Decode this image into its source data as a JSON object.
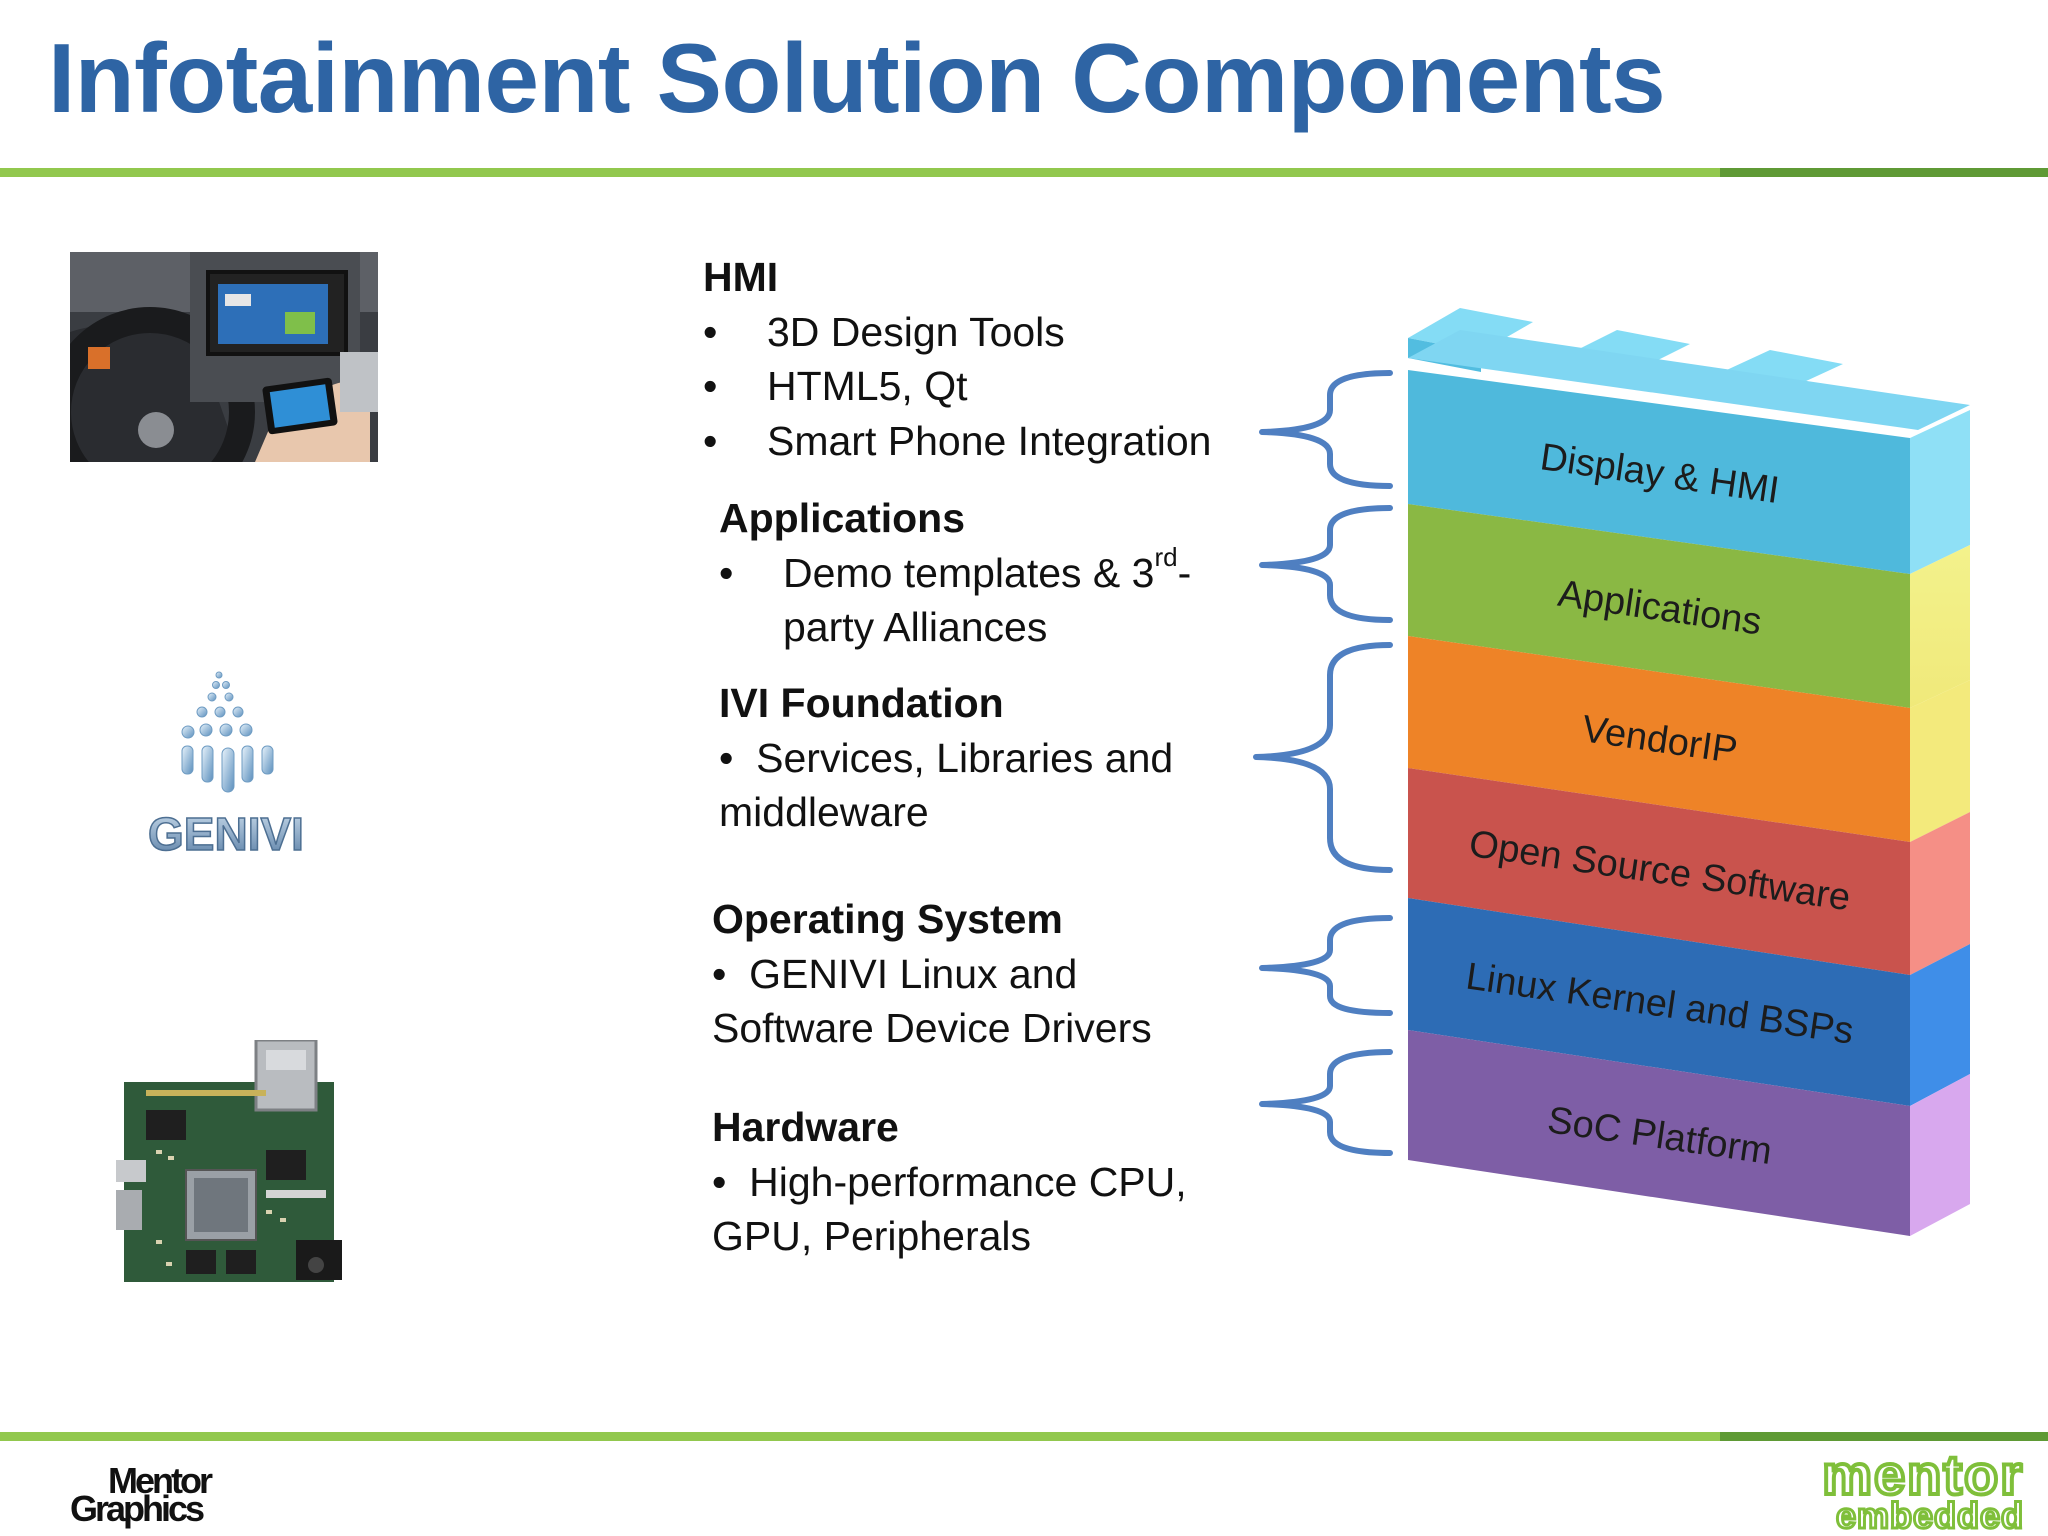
{
  "title": "Infotainment Solution Components",
  "hmi": {
    "heading": "HMI",
    "bullets": [
      "3D Design Tools",
      "HTML5, Qt",
      "Smart Phone Integration"
    ]
  },
  "applications": {
    "heading": "Applications",
    "bullet_line1": "Demo templates & 3",
    "bullet_sup": "rd",
    "bullet_line1_end": "-",
    "bullet_line2": "party Alliances"
  },
  "ivi_foundation": {
    "heading": "IVI Foundation",
    "line1": "Services, Libraries and",
    "line2": "middleware"
  },
  "operating_system": {
    "heading": "Operating System",
    "line1": "GENIVI Linux and",
    "line2": "Software Device Drivers"
  },
  "hardware": {
    "heading": "Hardware",
    "line1": "High-performance CPU,",
    "line2": "GPU, Peripherals"
  },
  "bullet_symbol": "•",
  "stack_layers": [
    {
      "label": "Display & HMI",
      "color": "#4fb9dc"
    },
    {
      "label": "Applications",
      "color": "#8ab844"
    },
    {
      "label": "VendorIP",
      "color": "#ee8327"
    },
    {
      "label": "Open Source Software",
      "color": "#c9534d"
    },
    {
      "label": "Linux Kernel and BSPs",
      "color": "#2d6cb5"
    },
    {
      "label": "SoC  Platform",
      "color": "#7e5ea6"
    }
  ],
  "logos": {
    "genivi": "GENIVI",
    "mentor_graphics_line1": "Mentor",
    "mentor_graphics_line2": "Graphics",
    "mentor_embedded_line1": "mentor",
    "mentor_embedded_line2": "embedded"
  },
  "colors": {
    "title": "#2e64a4",
    "accent_green": "#92c84e",
    "accent_dark_green": "#5f9a35",
    "brace": "#4f7fc1"
  }
}
